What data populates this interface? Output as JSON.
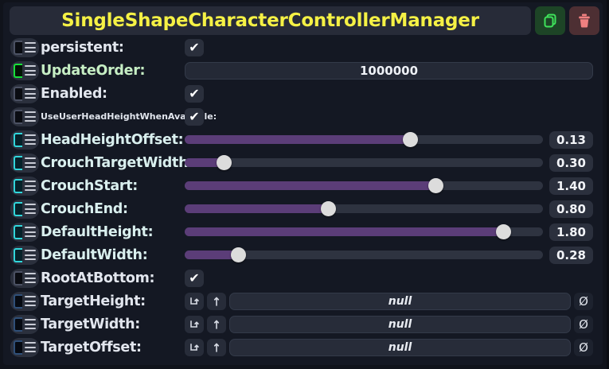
{
  "header": {
    "title": "SingleShapeCharacterControllerManager",
    "duplicate_icon": "duplicate-icon",
    "delete_icon": "trash-icon",
    "title_color": "#f5f145",
    "duplicate_color": "#3ee25a",
    "delete_color": "#f08080"
  },
  "rows": [
    {
      "label": "persistent:",
      "type": "checkbox",
      "checked": true,
      "accent": "gray",
      "label_style": "normal"
    },
    {
      "label": "UpdateOrder:",
      "type": "number",
      "value": "1000000",
      "accent": "green",
      "label_style": "green"
    },
    {
      "label": "Enabled:",
      "type": "checkbox",
      "checked": true,
      "accent": "gray",
      "label_style": "normal"
    },
    {
      "label": "UseUserHeadHeightWhenAvailable:",
      "type": "checkbox",
      "checked": true,
      "accent": "gray",
      "label_style": "small"
    },
    {
      "label": "HeadHeightOffset:",
      "type": "slider",
      "value": "0.13",
      "percent": 63,
      "accent": "cyan",
      "label_style": "cyan"
    },
    {
      "label": "CrouchTargetWidth:",
      "type": "slider",
      "value": "0.30",
      "percent": 11,
      "accent": "cyan",
      "label_style": "cyan"
    },
    {
      "label": "CrouchStart:",
      "type": "slider",
      "value": "1.40",
      "percent": 70,
      "accent": "cyan",
      "label_style": "cyan"
    },
    {
      "label": "CrouchEnd:",
      "type": "slider",
      "value": "0.80",
      "percent": 40,
      "accent": "cyan",
      "label_style": "cyan"
    },
    {
      "label": "DefaultHeight:",
      "type": "slider",
      "value": "1.80",
      "percent": 89,
      "accent": "cyan",
      "label_style": "cyan"
    },
    {
      "label": "DefaultWidth:",
      "type": "slider",
      "value": "0.28",
      "percent": 15,
      "accent": "cyan",
      "label_style": "cyan"
    },
    {
      "label": "RootAtBottom:",
      "type": "checkbox",
      "checked": true,
      "accent": "gray",
      "label_style": "normal"
    },
    {
      "label": "TargetHeight:",
      "type": "reference",
      "value": "null",
      "accent": "blue",
      "label_style": "normal"
    },
    {
      "label": "TargetWidth:",
      "type": "reference",
      "value": "null",
      "accent": "blue",
      "label_style": "normal"
    },
    {
      "label": "TargetOffset:",
      "type": "reference",
      "value": "null",
      "accent": "blue",
      "label_style": "normal"
    }
  ],
  "reference_controls": {
    "open_icon": "arrow-corner-up-icon",
    "up_icon": "arrow-up-icon",
    "null_icon": "null-set-icon",
    "null_glyph": "Ø"
  },
  "checkbox_glyph": "✔"
}
